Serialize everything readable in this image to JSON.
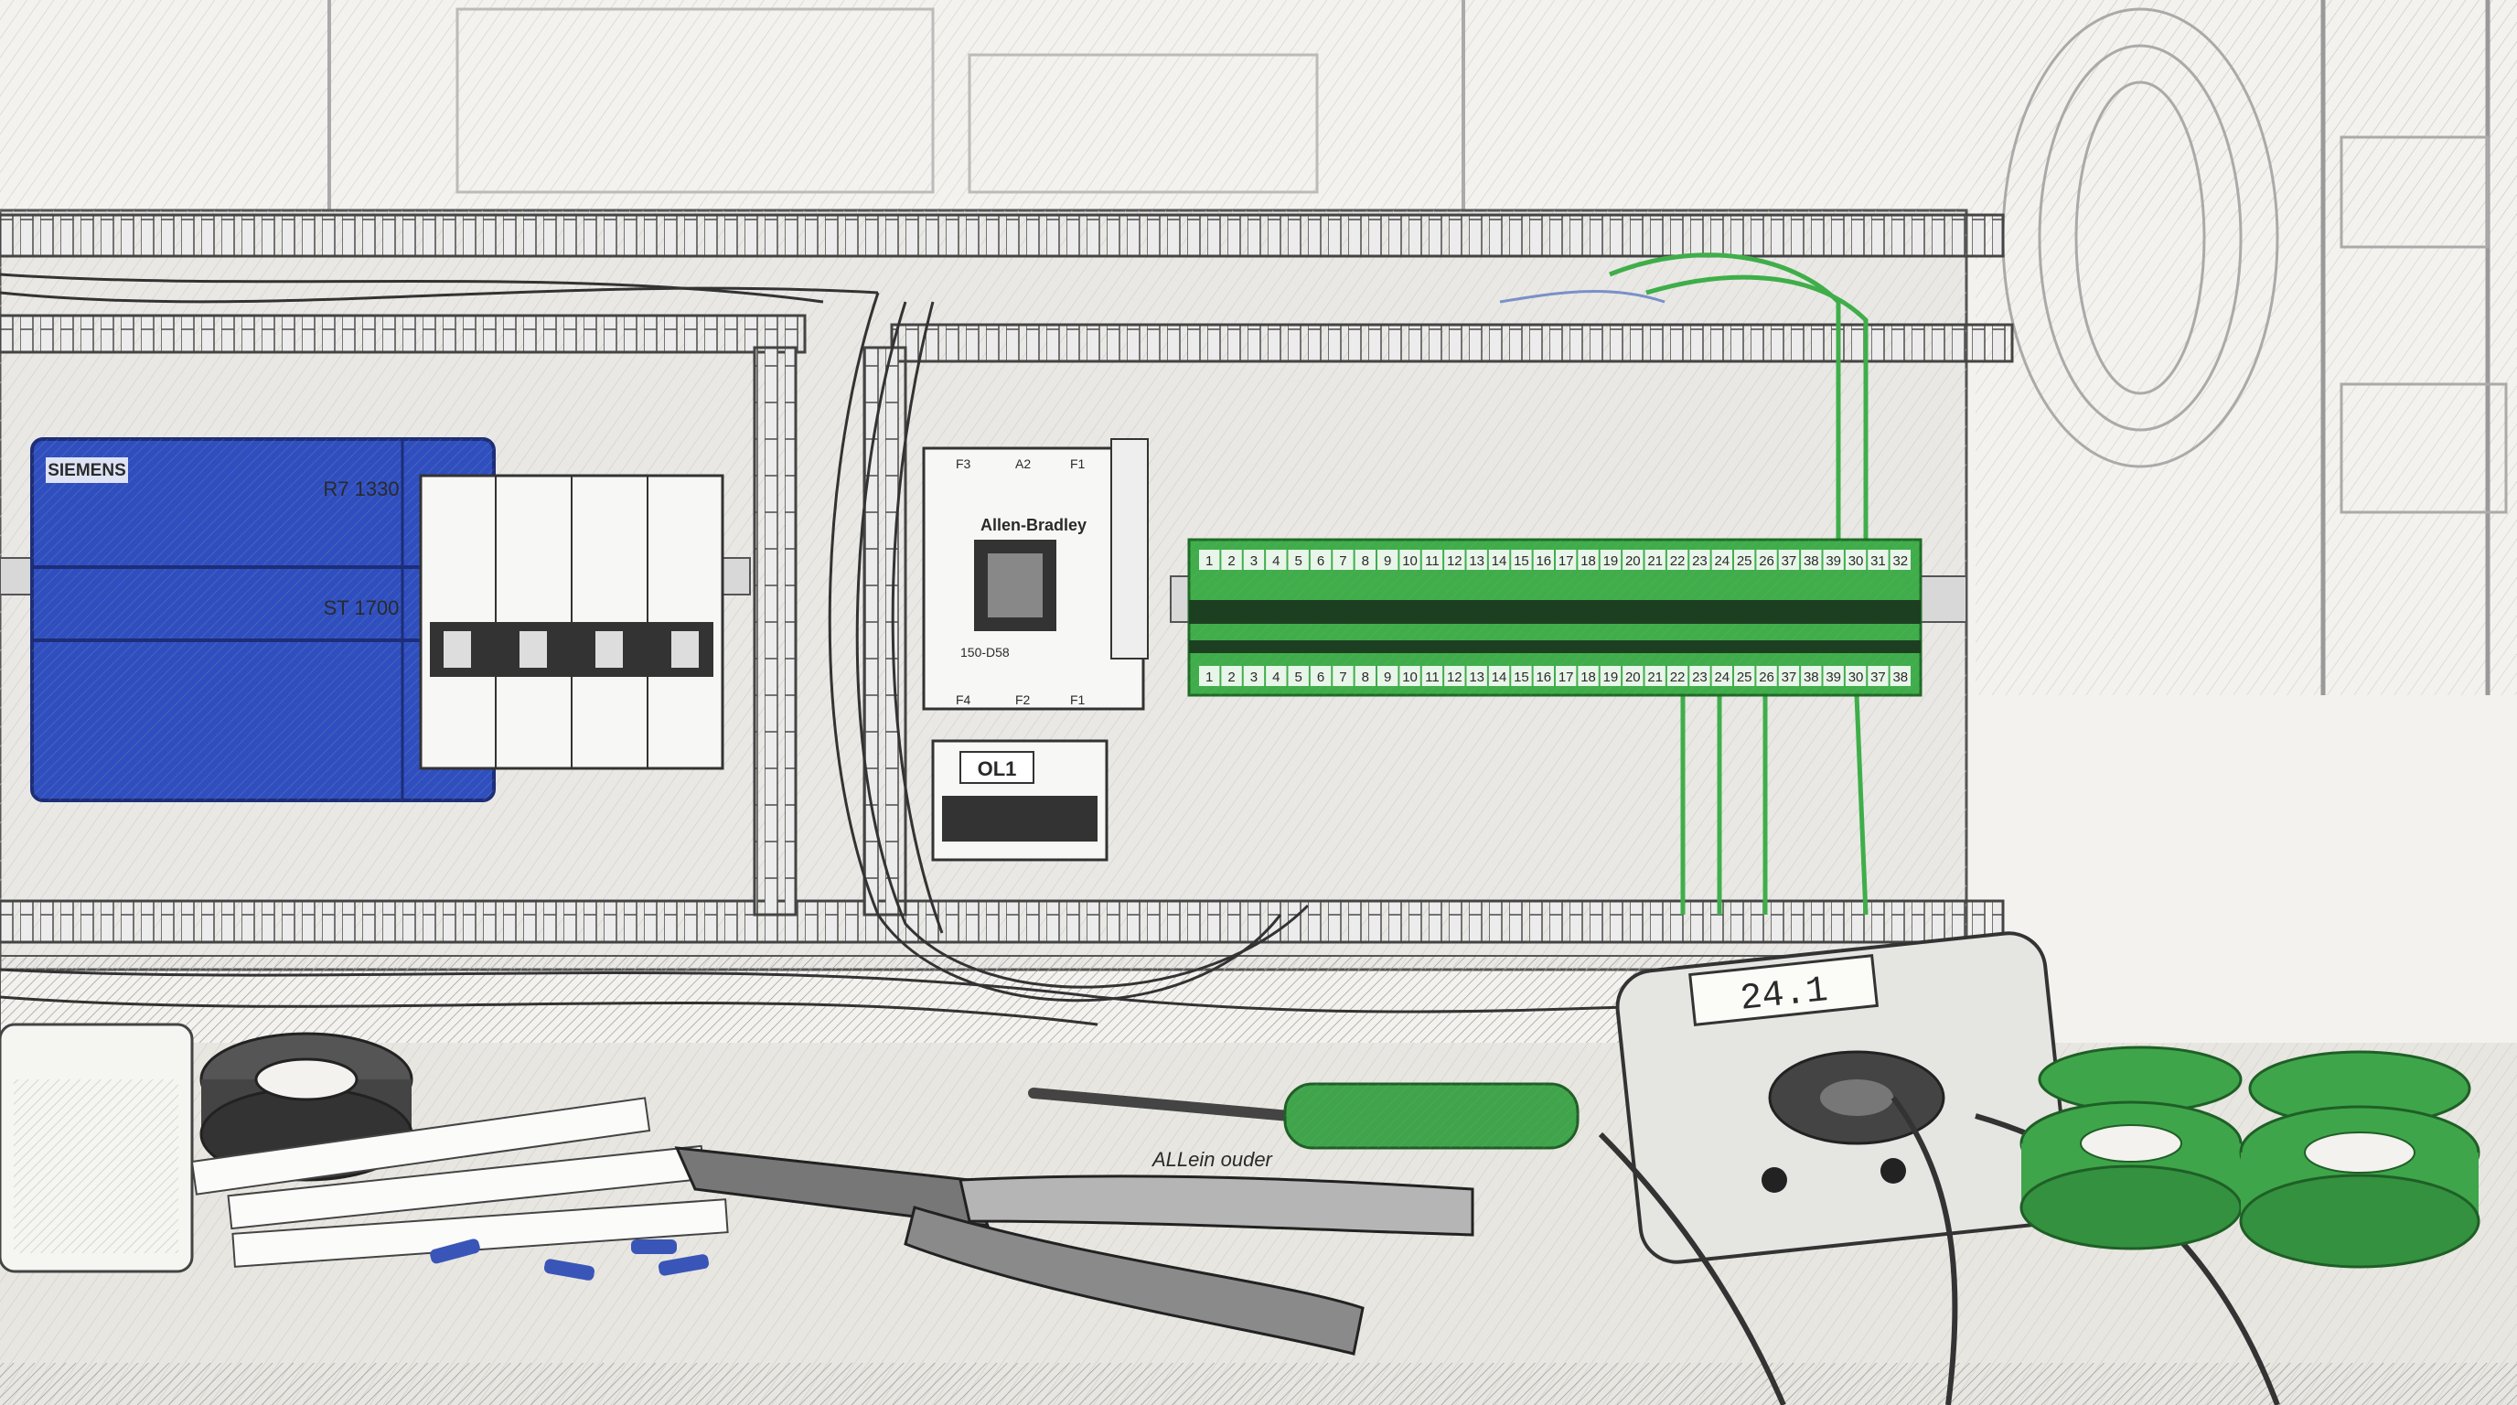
{
  "scene": {
    "plc": {
      "brand": "SIEMENS",
      "model_line": "R7 1330",
      "series": "ST 1700"
    },
    "contactor": {
      "brand": "Allen-Bradley",
      "top_terminals": [
        "F3",
        "A2",
        "F1"
      ],
      "bottom_terminals": [
        "F4",
        "F2",
        "F1"
      ],
      "model": "150-D58"
    },
    "overload": {
      "label": "OL1"
    },
    "terminal_block": {
      "top_numbers": [
        "1",
        "2",
        "3",
        "4",
        "5",
        "6",
        "7",
        "8",
        "9",
        "10",
        "11",
        "12",
        "13",
        "14",
        "15",
        "16",
        "17",
        "18",
        "19",
        "20",
        "21",
        "22",
        "23",
        "24",
        "25",
        "26",
        "37",
        "38",
        "39",
        "30",
        "31",
        "32"
      ],
      "bottom_numbers": [
        "1",
        "2",
        "3",
        "4",
        "5",
        "6",
        "7",
        "8",
        "9",
        "10",
        "11",
        "12",
        "13",
        "14",
        "15",
        "16",
        "17",
        "18",
        "19",
        "20",
        "21",
        "22",
        "23",
        "24",
        "25",
        "26",
        "37",
        "38",
        "39",
        "30",
        "37",
        "38"
      ]
    },
    "multimeter": {
      "reading": "24.1"
    },
    "screwdriver": {
      "text": "ALLein ouder"
    },
    "colors": {
      "plc_blue": "#2f4fc0",
      "terminal_green": "#3fae4a",
      "tape_green": "#3fa54a",
      "sketch_ink": "#2a2a2a",
      "paper": "#f3f2ee"
    }
  }
}
